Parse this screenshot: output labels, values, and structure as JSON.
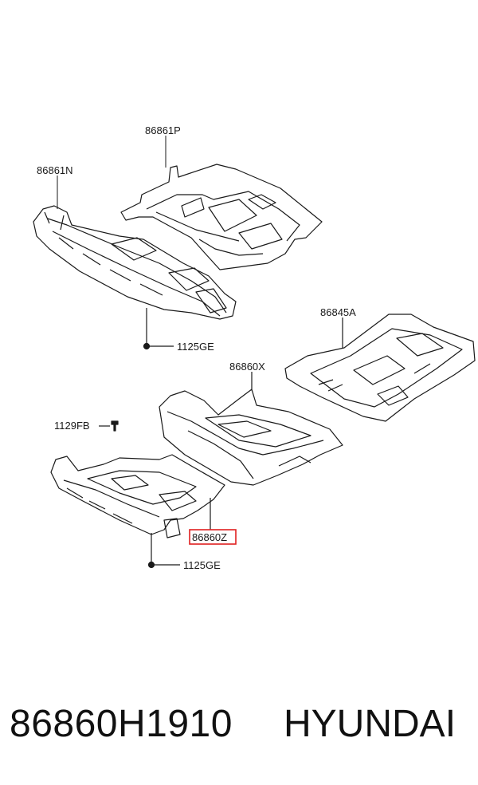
{
  "diagram": {
    "labels": {
      "part_86861P": "86861P",
      "part_86861N": "86861N",
      "bolt_upper": "1125GE",
      "part_86845A": "86845A",
      "part_86860X": "86860X",
      "bolt_1129FB": "1129FB",
      "part_86860Z": "86860Z",
      "bolt_lower": "1125GE"
    },
    "highlight_color": "#e02020"
  },
  "footer": {
    "part_number": "86860H1910",
    "brand": "HYUNDAI"
  }
}
